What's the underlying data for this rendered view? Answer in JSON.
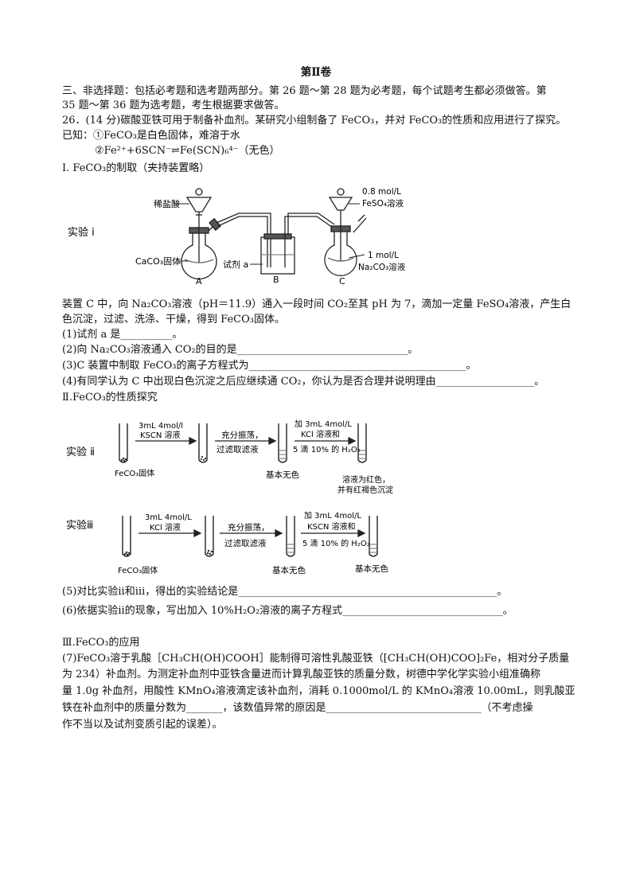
{
  "heading": "第Ⅱ卷",
  "intro": {
    "line1": "三、非选择题：包括必考题和选考题两部分。第 26 题～第 28 题为必考题，每个试题考生都必须做答。第",
    "line2": "35 题～第 36 题为选考题，考生根据要求做答。"
  },
  "q26": {
    "stem": "26．(14 分)碳酸亚铁可用于制备补血剂。某研究小组制备了 FeCO₃，并对 FeCO₃的性质和应用进行了探究。",
    "known": "已知：①FeCO₃是白色固体，难溶于水",
    "known2": "②Fe²⁺+6SCN⁻⇌Fe(SCN)₆⁴⁻（无色）",
    "sec1": "Ⅰ. FeCO₃的制取（夹持装置略）",
    "exp1": {
      "label": "实验 ⅰ",
      "acid": "稀盐酸",
      "caco3": "CaCO₃固体",
      "reagent": "试剂 a",
      "feso4_conc": "0.8 mol/L",
      "feso4": "FeSO₄溶液",
      "na2co3_conc": "1 mol/L",
      "na2co3": "Na₂CO₃溶液",
      "A": "A",
      "B": "B",
      "C": "C"
    },
    "desc1": "装置 C 中，向 Na₂CO₃溶液（pH＝11.9）通入一段时间 CO₂至其 pH 为 7，滴加一定量 FeSO₄溶液，产生白",
    "desc2": "色沉淀，过滤、洗涤、干燥，得到 FeCO₃固体。",
    "p1": "(1)试剂 a 是__________。",
    "p2": "(2)向 Na₂CO₃溶液通入 CO₂的目的是_________________________________。",
    "p3": "(3)C 装置中制取 FeCO₃的离子方程式为__________________________________________。",
    "p4": "(4)有同学认为 C 中出现白色沉淀之后应继续通 CO₂，你认为是否合理并说明理由___________________。",
    "sec2": "Ⅱ.FeCO₃的性质探究",
    "exp2": {
      "label": "实验 ⅱ",
      "a1a": "3mL 4mol/l",
      "a1b": "KSCN 溶液",
      "a2a": "充分振荡，",
      "a2b": "过滤取滤液",
      "a3a": "加 3mL 4mol/L",
      "a3b": "KCl 溶液和",
      "a3c": "5 滴 10% 的 H₂O₂",
      "solid": "FeCO₃固体",
      "c3": "基本无色",
      "c4a": "溶液为红色，",
      "c4b": "并有红褐色沉淀"
    },
    "exp3": {
      "label": "实验ⅲ",
      "a1a": "3mL 4mol/L",
      "a1b": "KCl 溶液",
      "a2a": "充分振荡，",
      "a2b": "过滤取滤液",
      "a3a": "加 3mL 4mol/L",
      "a3b": "KSCN 溶液和",
      "a3c": "5 滴 10% 的 H₂O₂",
      "solid": "FeCO₃固体",
      "c3": "基本无色",
      "c4": "基本无色"
    },
    "p5": "(5)对比实验ⅱ和ⅲ，得出的实验结论是__________________________________________________。",
    "p6": "(6)依据实验ⅱ的现象，写出加入 10%H₂O₂溶液的离子方程式_______________________________。",
    "sec3": "Ⅲ.FeCO₃的应用",
    "p7a": "(7)FeCO₃溶于乳酸［CH₃CH(OH)COOH］能制得可溶性乳酸亚铁（[CH₃CH(OH)COO]₂Fe，相对分子质量",
    "p7b": "为 234）补血剂。为测定补血剂中亚铁含量进而计算乳酸亚铁的质量分数，树德中学化学实验小组准确称",
    "p7c": "量 1.0g 补血剂，用酸性 KMnO₄溶液滴定该补血剂，消耗 0.1000mol/L 的 KMnO₄溶液 10.00mL，则乳酸亚",
    "p7d": "铁在补血剂中的质量分数为_______，该数值异常的原因是______________________________（不考虑操",
    "p7e": "作不当以及试剂变质引起的误差）。"
  }
}
